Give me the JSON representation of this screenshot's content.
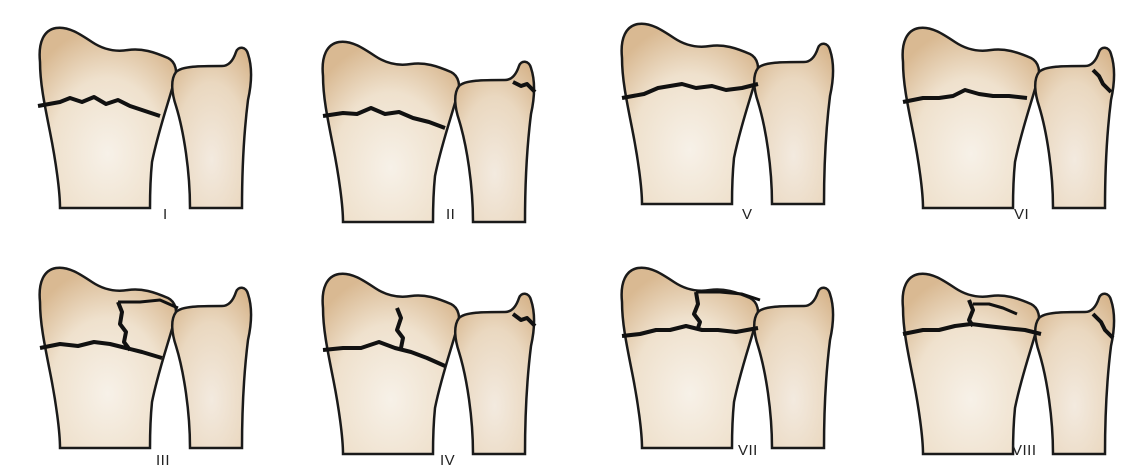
{
  "colors": {
    "bone": "#e6ccad",
    "bone_center": "#f7f1e8",
    "outline": "#1a1a1a",
    "fracture": "#111111",
    "label": "#222222"
  },
  "panels": [
    {
      "id": "I",
      "label": "I",
      "ulna_fragment": false,
      "radius_fracture": "transverse"
    },
    {
      "id": "II",
      "label": "II",
      "ulna_fragment": true,
      "radius_fracture": "transverse"
    },
    {
      "id": "V",
      "label": "V",
      "ulna_fragment": false,
      "radius_fracture": "oblique-into-joint"
    },
    {
      "id": "VI",
      "label": "VI",
      "ulna_fragment": true,
      "radius_fracture": "oblique-into-joint"
    },
    {
      "id": "III",
      "label": "III",
      "ulna_fragment": false,
      "radius_fracture": "transverse-with-split"
    },
    {
      "id": "IV",
      "label": "IV",
      "ulna_fragment": true,
      "radius_fracture": "transverse-with-split"
    },
    {
      "id": "VII",
      "label": "VII",
      "ulna_fragment": false,
      "radius_fracture": "comminuted"
    },
    {
      "id": "VIII",
      "label": "VIII",
      "ulna_fragment": true,
      "radius_fracture": "comminuted"
    }
  ]
}
